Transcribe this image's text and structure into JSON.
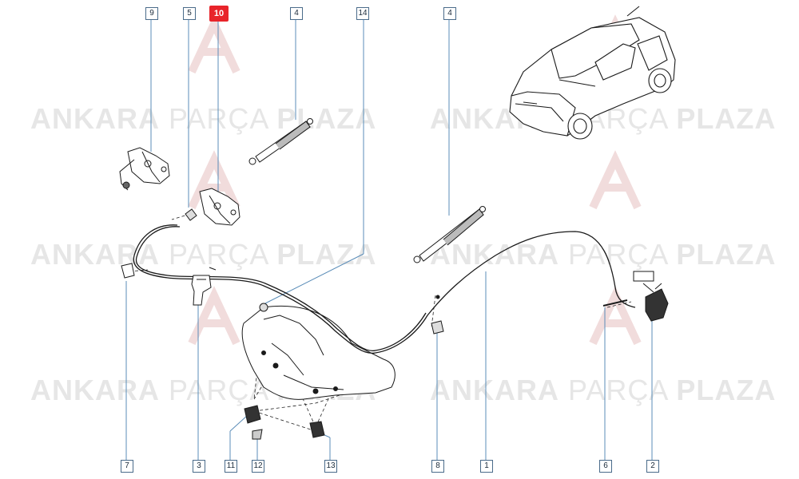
{
  "watermark": {
    "brand_bold_1": "ANKARA",
    "brand_thin": "PARÇA",
    "brand_bold_2": "PLAZA",
    "logo_letters": "AP"
  },
  "callouts": {
    "c9": "9",
    "c5": "5",
    "c10": "10",
    "c4a": "4",
    "c14": "14",
    "c4b": "4",
    "c7": "7",
    "c3": "3",
    "c11": "11",
    "c12": "12",
    "c13": "13",
    "c8": "8",
    "c1": "1",
    "c6": "6",
    "c2": "2"
  },
  "colors": {
    "line": "#1a1a1a",
    "leader": "#5b8db8",
    "callout_active": "#e8242a",
    "watermark": "#e6e6e6"
  }
}
